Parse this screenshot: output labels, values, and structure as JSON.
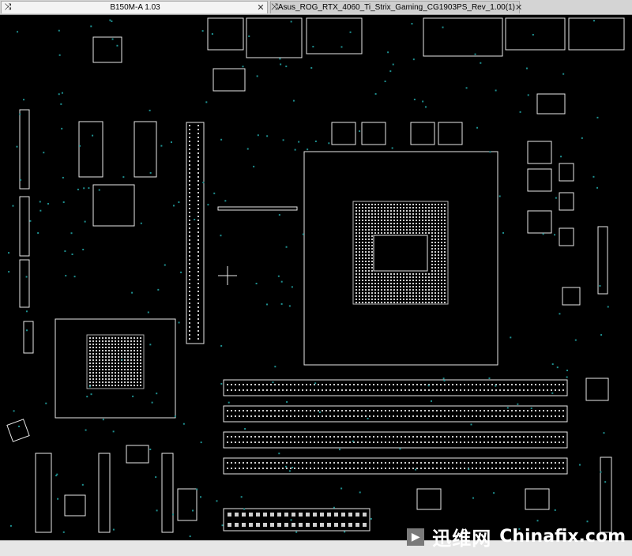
{
  "tabs": [
    {
      "title": "B150M-A 1.03",
      "active": true
    },
    {
      "title": "Asus_ROG_RTX_4060_Ti_Strix_Gaming_CG1903PS_Rev_1.00(1)",
      "active": false
    }
  ],
  "icons": {
    "tab_pin": "shuffle-icon",
    "tab_close": "close-icon"
  },
  "watermark": {
    "cn": "迅维网",
    "en": "Chinafix.com"
  },
  "colors": {
    "background": "#000000",
    "outline": "#e8e8e8",
    "pad_dot": "#1e8f8f"
  }
}
